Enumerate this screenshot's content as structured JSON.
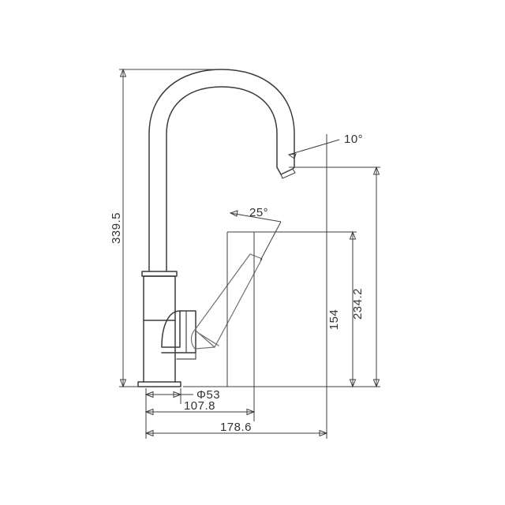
{
  "drawing": {
    "title": "kitchen-mixer-tap-dimension-drawing",
    "line_color": "#3b3b3b",
    "dim_color": "#3f3f3f",
    "text_color": "#333333",
    "background": "#ffffff",
    "dimensions": {
      "total_height": "339.5",
      "spout_height": "234.2",
      "body_height": "154",
      "base_diameter": "Φ53",
      "base_to_spout_center": "107.8",
      "overall_reach": "178.6",
      "spout_outlet_angle": "10°",
      "lever_angle": "25°"
    },
    "labels": [
      {
        "name": "total-height-label",
        "text": "339.5"
      },
      {
        "name": "spout-height-label",
        "text": "234.2"
      },
      {
        "name": "body-height-label",
        "text": "154"
      },
      {
        "name": "base-diameter-label",
        "text": "Φ53"
      },
      {
        "name": "base-offset-label",
        "text": "107.8"
      },
      {
        "name": "reach-label",
        "text": "178.6"
      },
      {
        "name": "outlet-angle-label",
        "text": "10°"
      },
      {
        "name": "lever-angle-label",
        "text": "25°"
      }
    ]
  }
}
